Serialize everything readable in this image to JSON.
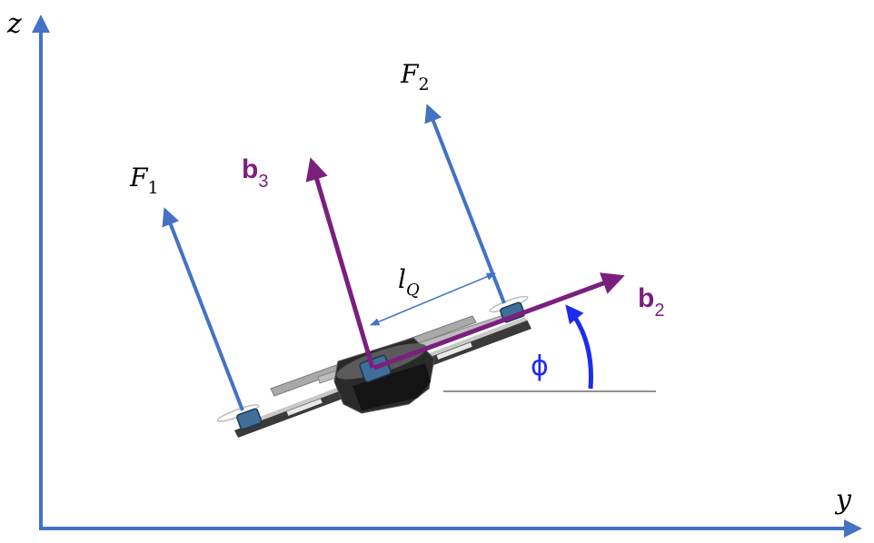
{
  "axes": {
    "z_label": "z",
    "y_label": "y"
  },
  "forces": {
    "f1": {
      "symbol": "F",
      "subscript": "1"
    },
    "f2": {
      "symbol": "F",
      "subscript": "2"
    }
  },
  "body_axes": {
    "b3": {
      "symbol": "b",
      "subscript": "3"
    },
    "b2": {
      "symbol": "b",
      "subscript": "2"
    }
  },
  "arm_length": {
    "symbol": "l",
    "subscript": "Q"
  },
  "roll_angle": {
    "symbol": "ϕ"
  },
  "colors": {
    "axis_blue": "#4472c4",
    "body_purple": "#7b1f7f",
    "angle_blue": "#1b2cf0",
    "reference_line": "#909090"
  }
}
